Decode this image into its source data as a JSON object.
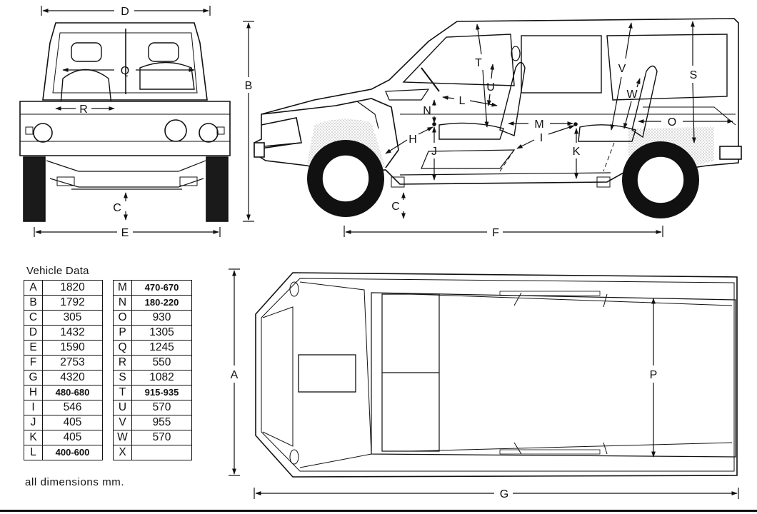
{
  "table": {
    "title": "Vehicle Data",
    "footnote": "all dimensions mm.",
    "left": [
      {
        "key": "A",
        "value": "1820"
      },
      {
        "key": "B",
        "value": "1792"
      },
      {
        "key": "C",
        "value": "305"
      },
      {
        "key": "D",
        "value": "1432"
      },
      {
        "key": "E",
        "value": "1590"
      },
      {
        "key": "F",
        "value": "2753"
      },
      {
        "key": "G",
        "value": "4320"
      },
      {
        "key": "H",
        "value": "480-680"
      },
      {
        "key": "I",
        "value": "546"
      },
      {
        "key": "J",
        "value": "405"
      },
      {
        "key": "K",
        "value": "405"
      },
      {
        "key": "L",
        "value": "400-600"
      }
    ],
    "right": [
      {
        "key": "M",
        "value": "470-670"
      },
      {
        "key": "N",
        "value": "180-220"
      },
      {
        "key": "O",
        "value": "930"
      },
      {
        "key": "P",
        "value": "1305"
      },
      {
        "key": "Q",
        "value": "1245"
      },
      {
        "key": "R",
        "value": "550"
      },
      {
        "key": "S",
        "value": "1082"
      },
      {
        "key": "T",
        "value": "915-935"
      },
      {
        "key": "U",
        "value": "570"
      },
      {
        "key": "V",
        "value": "955"
      },
      {
        "key": "W",
        "value": "570"
      },
      {
        "key": "X",
        "value": ""
      }
    ]
  },
  "drawing_labels": {
    "D": "D",
    "B": "B",
    "Q": "Q",
    "R": "R",
    "C": "C",
    "E": "E",
    "T": "T",
    "U": "U",
    "L": "L",
    "N": "N",
    "H": "H",
    "J": "J",
    "M": "M",
    "I": "I",
    "K": "K",
    "V": "V",
    "W": "W",
    "S": "S",
    "O": "O",
    "F": "F",
    "A": "A",
    "P": "P",
    "G": "G"
  }
}
